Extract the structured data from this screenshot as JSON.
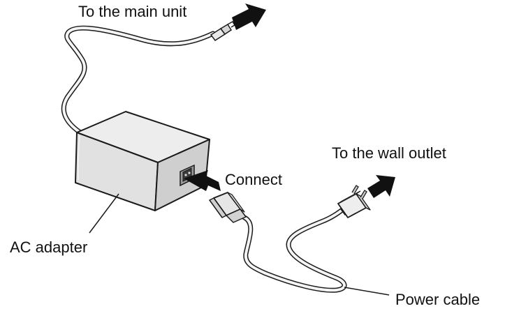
{
  "labels": {
    "to_main_unit": "To the main unit",
    "to_wall_outlet": "To the wall outlet",
    "connect": "Connect",
    "ac_adapter": "AC adapter",
    "power_cable": "Power cable"
  },
  "colors": {
    "line": "#1a1a1a",
    "adapter_top": "#ededed",
    "adapter_front": "#e1e1e1",
    "adapter_side": "#cfcfcf",
    "arrow": "#111111",
    "cable_fill": "#f4f4f4"
  }
}
